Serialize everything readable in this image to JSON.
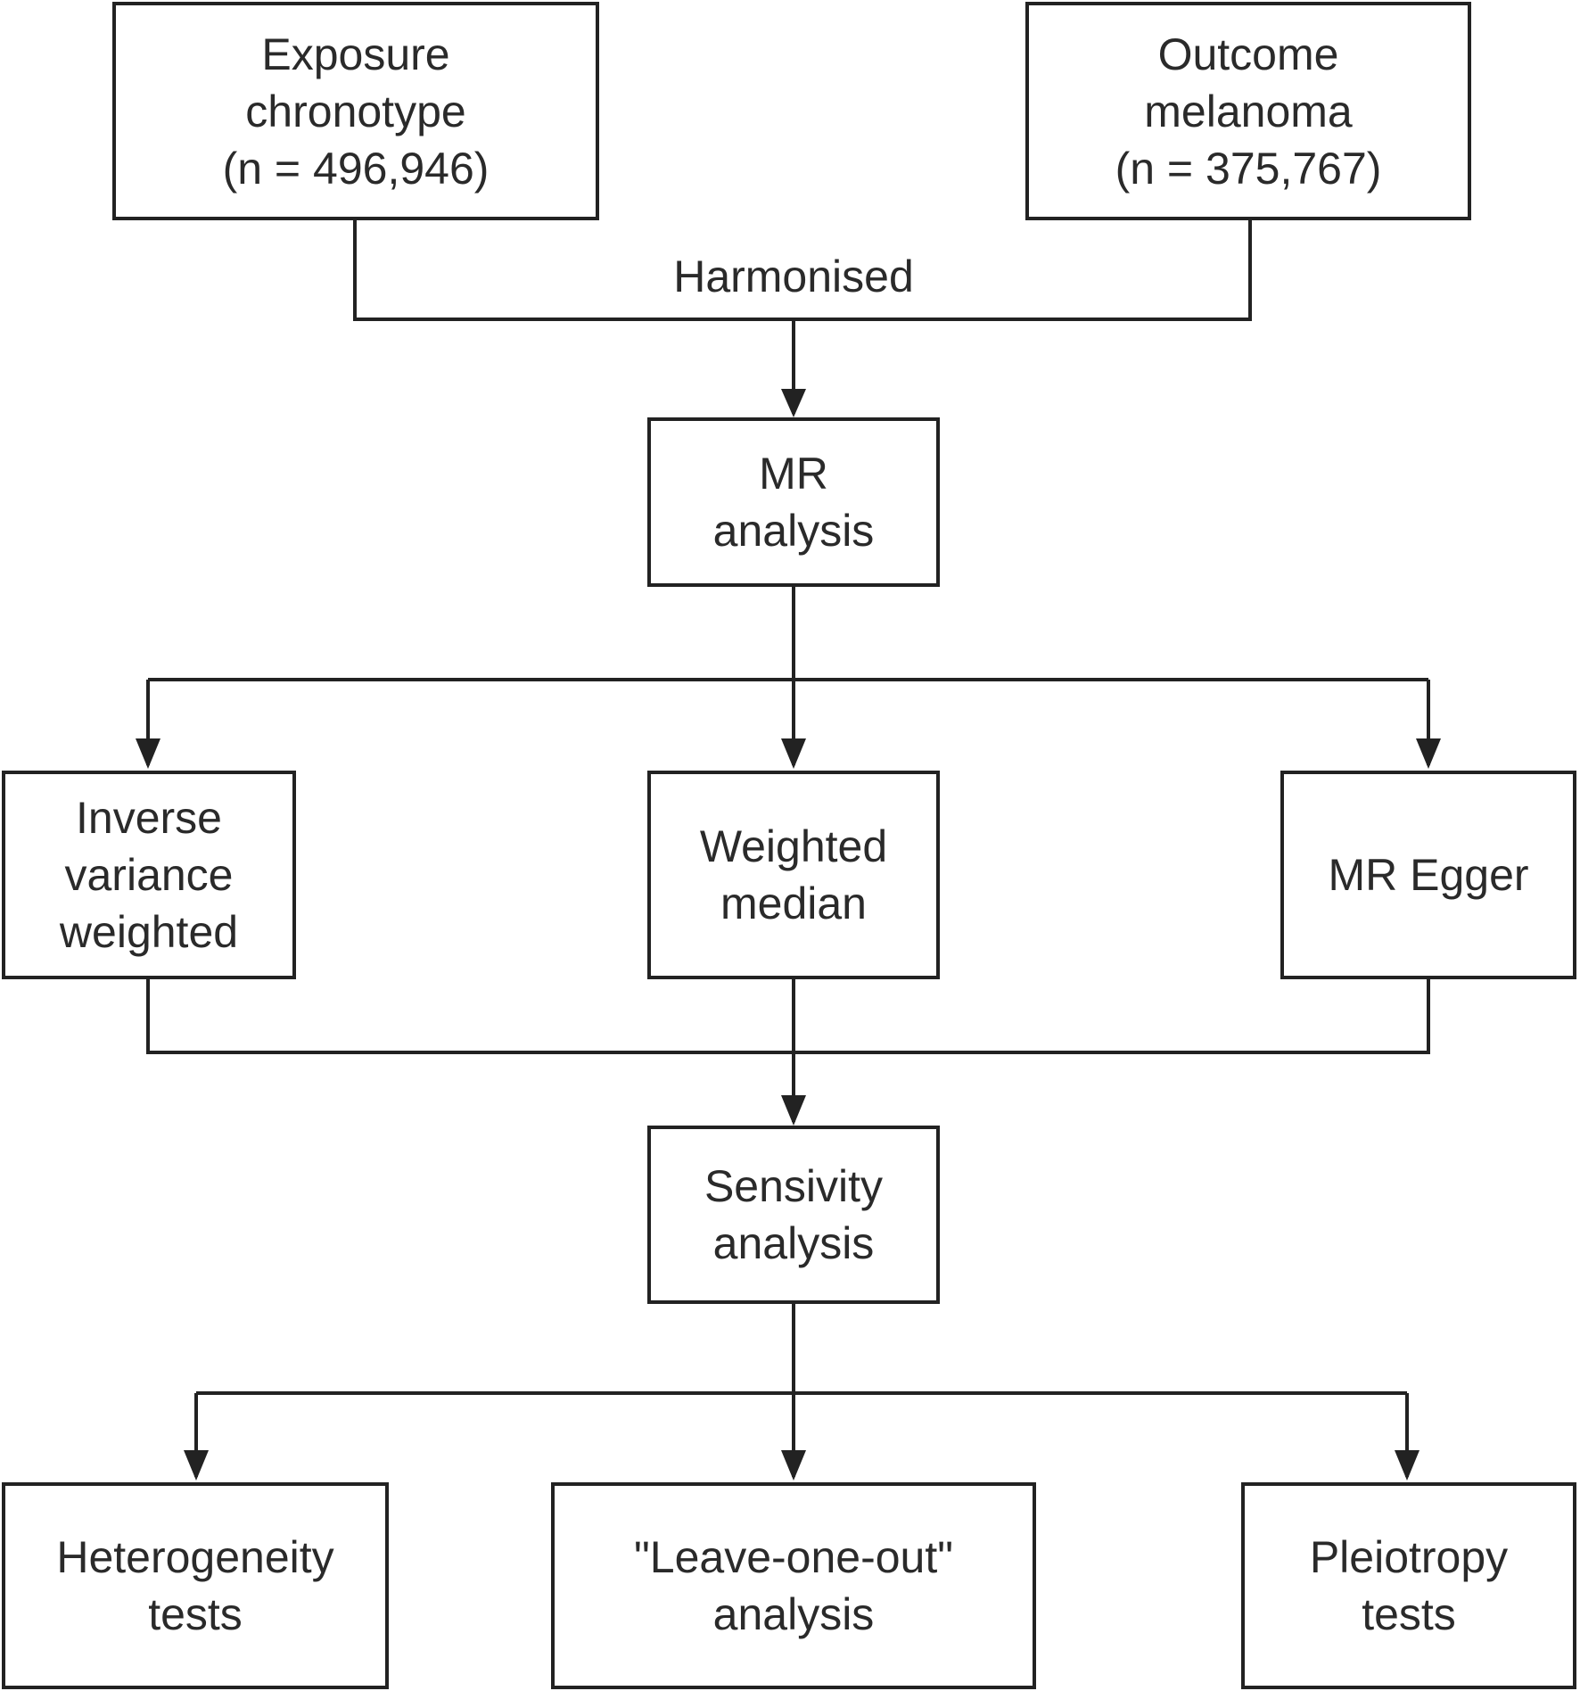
{
  "diagram": {
    "colors": {
      "line": "#222222",
      "text": "#2a2a2a",
      "background": "#ffffff"
    },
    "nodes": {
      "exposure": "Exposure\nchronotype\n(n = 496,946)",
      "outcome": "Outcome\nmelanoma\n(n = 375,767)",
      "mr_analysis": "MR\nanalysis",
      "ivw": "Inverse\nvariance\nweighted",
      "weighted_median": "Weighted\nmedian",
      "mr_egger": "MR Egger",
      "sensitivity": "Sensivity\nanalysis",
      "heterogeneity": "Heterogeneity\ntests",
      "leave_one_out": "\"Leave-one-out\"\nanalysis",
      "pleiotropy": "Pleiotropy\ntests"
    },
    "edge_labels": {
      "harmonised": "Harmonised"
    }
  }
}
